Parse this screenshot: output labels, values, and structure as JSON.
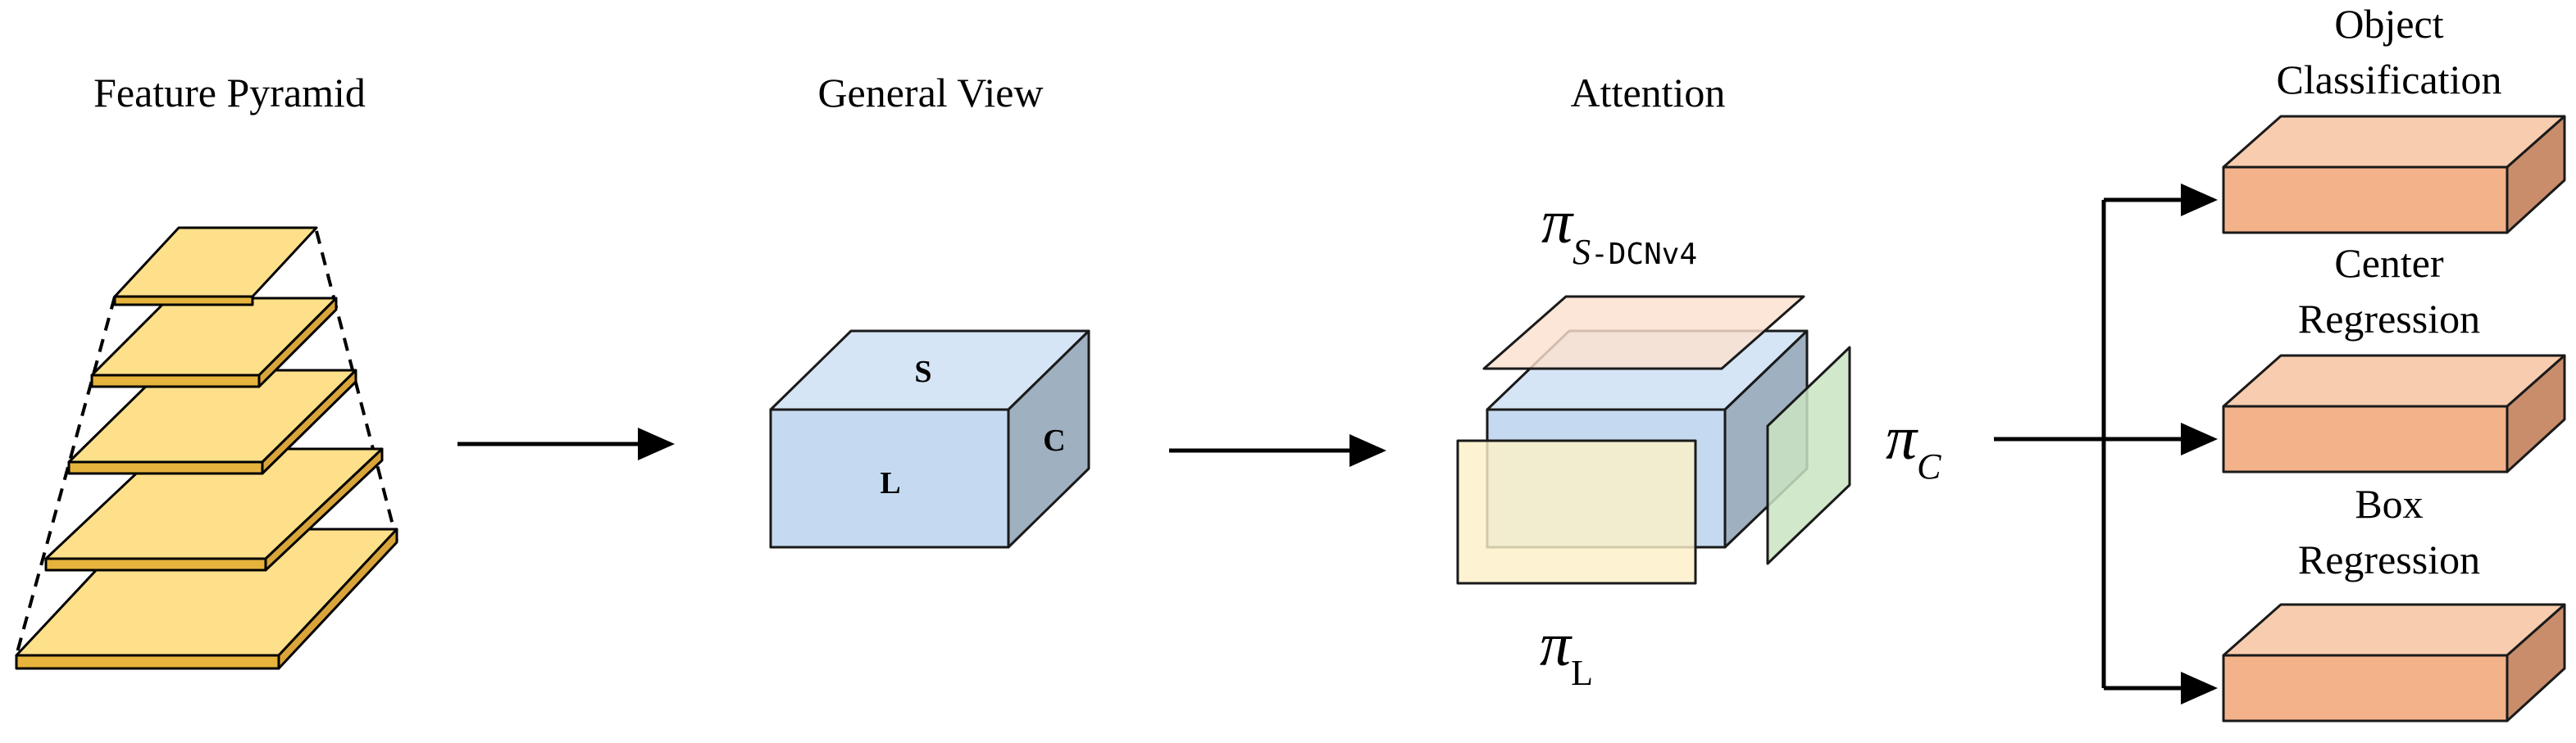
{
  "sections": {
    "feature_pyramid": "Feature Pyramid",
    "general_view": "General View",
    "attention": "Attention"
  },
  "cube_faces": {
    "top": "S",
    "front": "L",
    "side": "C"
  },
  "attention_labels": {
    "pi_s": {
      "symbol": "π",
      "sub_italic": "S",
      "sub_rest": "-DCNv4"
    },
    "pi_l": {
      "symbol": "π",
      "sub": "L"
    },
    "pi_c": {
      "symbol": "π",
      "sub": "C"
    }
  },
  "outputs": [
    {
      "line1": "Object",
      "line2": "Classification"
    },
    {
      "line1": "Center",
      "line2": "Regression"
    },
    {
      "line1": "Box",
      "line2": "Regression"
    }
  ],
  "colors": {
    "pyramid_fill": "#FFE08A",
    "pyramid_edge": "#E6B43C",
    "cube_front": "#C5DAF0",
    "cube_top": "#D6E5F5",
    "cube_side": "#9FB0C0",
    "plane_s": "#FBE0D0",
    "plane_l": "#FCF0C8",
    "plane_c": "#C9E4C2",
    "head_front": "#F4B28A",
    "head_top": "#F8CCAE",
    "head_side": "#C98D6B"
  }
}
